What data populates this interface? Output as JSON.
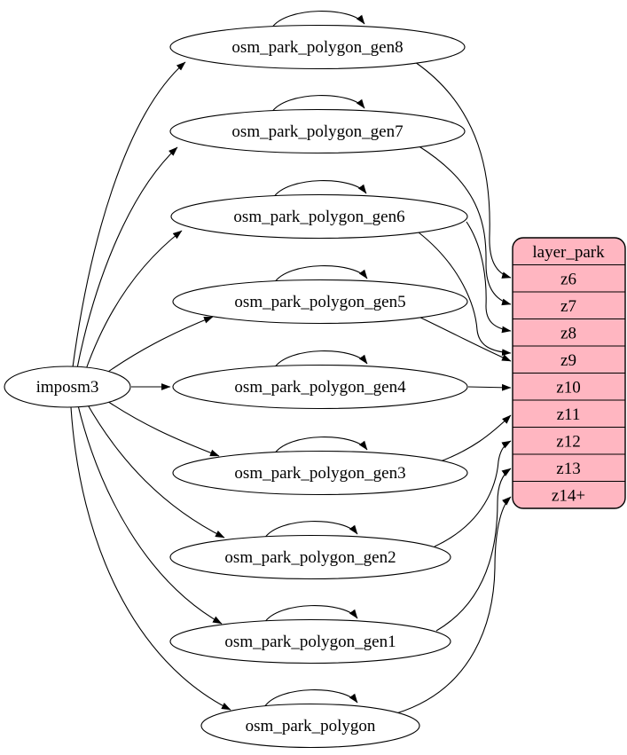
{
  "diagram": {
    "kind": "etl-graph",
    "background": "#ffffff",
    "imposm": {
      "label": "imposm3"
    },
    "tables": [
      {
        "id": "gen8",
        "label": "osm_park_polygon_gen8"
      },
      {
        "id": "gen7",
        "label": "osm_park_polygon_gen7"
      },
      {
        "id": "gen6",
        "label": "osm_park_polygon_gen6"
      },
      {
        "id": "gen5",
        "label": "osm_park_polygon_gen5"
      },
      {
        "id": "gen4",
        "label": "osm_park_polygon_gen4"
      },
      {
        "id": "gen3",
        "label": "osm_park_polygon_gen3"
      },
      {
        "id": "gen2",
        "label": "osm_park_polygon_gen2"
      },
      {
        "id": "gen1",
        "label": "osm_park_polygon_gen1"
      },
      {
        "id": "base",
        "label": "osm_park_polygon"
      }
    ],
    "layer": {
      "title": "layer_park",
      "zoom_rows": [
        "z6",
        "z7",
        "z8",
        "z9",
        "z10",
        "z11",
        "z12",
        "z13",
        "z14+"
      ],
      "fill_color": "#ffb6c1",
      "stroke_color": "#000000"
    },
    "edges": {
      "from_imposm": [
        "osm_park_polygon_gen8",
        "osm_park_polygon_gen7",
        "osm_park_polygon_gen6",
        "osm_park_polygon_gen5",
        "osm_park_polygon_gen4",
        "osm_park_polygon_gen3",
        "osm_park_polygon_gen2",
        "osm_park_polygon_gen1",
        "osm_park_polygon"
      ],
      "self_updates": [
        "osm_park_polygon_gen8",
        "osm_park_polygon_gen7",
        "osm_park_polygon_gen6",
        "osm_park_polygon_gen5",
        "osm_park_polygon_gen4",
        "osm_park_polygon_gen3",
        "osm_park_polygon_gen2",
        "osm_park_polygon_gen1",
        "osm_park_polygon"
      ],
      "zoom_mappings": [
        {
          "from": "osm_park_polygon_gen8",
          "to": "z6"
        },
        {
          "from": "osm_park_polygon_gen7",
          "to": "z7"
        },
        {
          "from": "osm_park_polygon_gen6",
          "to": "z8"
        },
        {
          "from": "osm_park_polygon_gen6",
          "to": "z9"
        },
        {
          "from": "osm_park_polygon_gen5",
          "to": "z9"
        },
        {
          "from": "osm_park_polygon_gen4",
          "to": "z10"
        },
        {
          "from": "osm_park_polygon_gen3",
          "to": "z11"
        },
        {
          "from": "osm_park_polygon_gen2",
          "to": "z12"
        },
        {
          "from": "osm_park_polygon_gen1",
          "to": "z13"
        },
        {
          "from": "osm_park_polygon",
          "to": "z14+"
        }
      ]
    }
  }
}
